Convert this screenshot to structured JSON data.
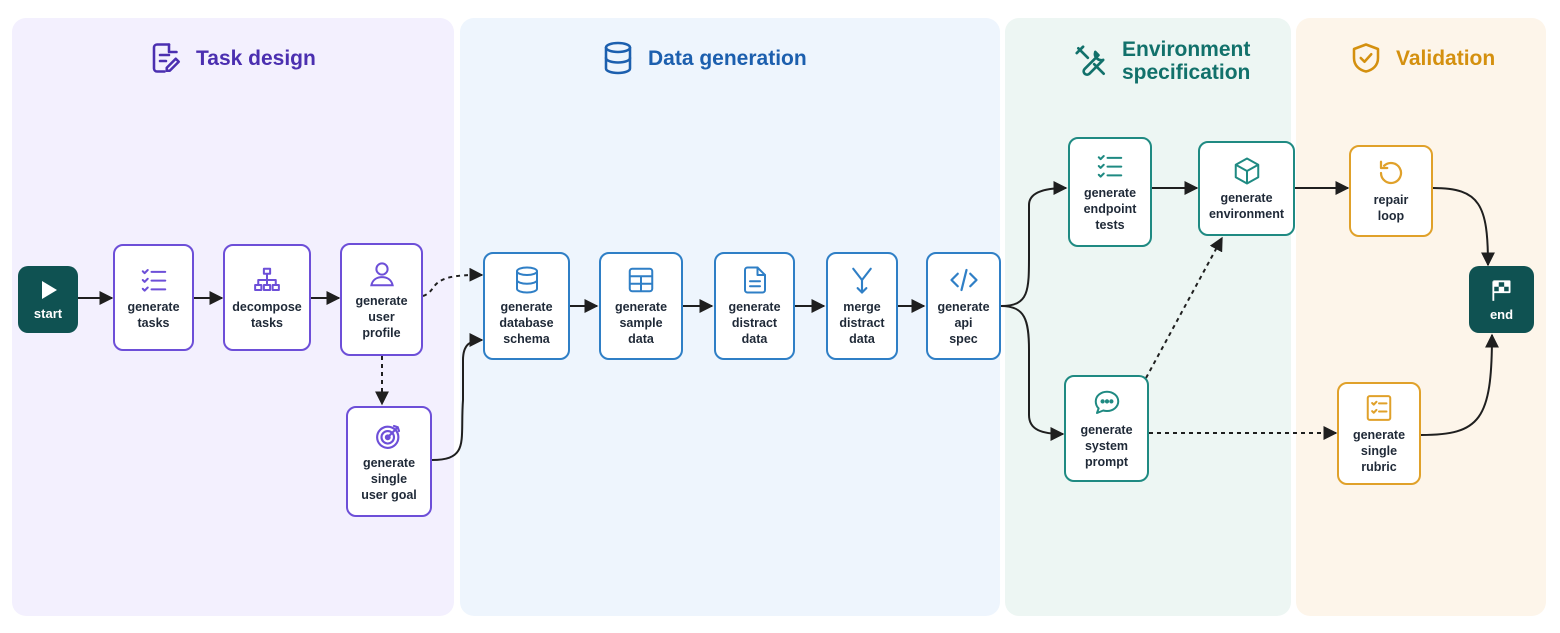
{
  "colors": {
    "task": "#6d4fd8",
    "task_bg": "#f3f0fe",
    "task_title": "#4b2fb0",
    "data": "#2f7fc6",
    "data_bg": "#eef5fd",
    "data_title": "#1c5fae",
    "env": "#1f8a82",
    "env_bg": "#edf6f3",
    "env_title": "#12716b",
    "val": "#e0a12a",
    "val_bg": "#fdf5ea",
    "val_title": "#d4900f",
    "terminal": "#0f5252",
    "edge": "#1f1f1f"
  },
  "sections": {
    "task_design": {
      "title": "Task design",
      "icon": "document-edit-icon"
    },
    "data_generation": {
      "title": "Data generation",
      "icon": "database-icon"
    },
    "environment_specification": {
      "title": "Environment\nspecification",
      "icon": "tools-icon"
    },
    "validation": {
      "title": "Validation",
      "icon": "shield-check-icon"
    }
  },
  "nodes": {
    "start": {
      "label": "start",
      "icon": "play-icon"
    },
    "generate_tasks": {
      "label": "generate\ntasks",
      "icon": "checklist-icon"
    },
    "decompose_tasks": {
      "label": "decompose\ntasks",
      "icon": "hierarchy-icon"
    },
    "generate_user_profile": {
      "label": "generate\nuser\nprofile",
      "icon": "user-icon"
    },
    "generate_single_user_goal": {
      "label": "generate\nsingle\nuser goal",
      "icon": "target-icon"
    },
    "generate_database_schema": {
      "label": "generate\ndatabase\nschema",
      "icon": "database-icon"
    },
    "generate_sample_data": {
      "label": "generate\nsample\ndata",
      "icon": "table-icon"
    },
    "generate_distract_data": {
      "label": "generate\ndistract\ndata",
      "icon": "document-icon"
    },
    "merge_distract_data": {
      "label": "merge\ndistract\ndata",
      "icon": "merge-icon"
    },
    "generate_api_spec": {
      "label": "generate\napi\nspec",
      "icon": "code-icon"
    },
    "generate_endpoint_tests": {
      "label": "generate\nendpoint\ntests",
      "icon": "checklist-icon"
    },
    "generate_environment": {
      "label": "generate\nenvironment",
      "icon": "cube-icon"
    },
    "generate_system_prompt": {
      "label": "generate\nsystem\nprompt",
      "icon": "chat-bubble-icon"
    },
    "repair_loop": {
      "label": "repair\nloop",
      "icon": "refresh-icon"
    },
    "generate_single_rubric": {
      "label": "generate\nsingle\nrubric",
      "icon": "rubric-checklist-icon"
    },
    "end": {
      "label": "end",
      "icon": "checkered-flag-icon"
    }
  }
}
